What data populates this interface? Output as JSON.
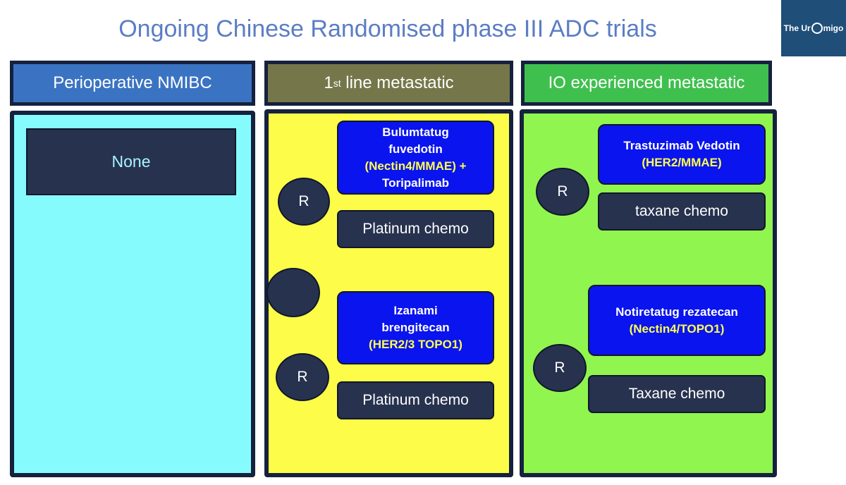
{
  "title": "Ongoing Chinese Randomised phase III ADC trials",
  "logo": {
    "text_left": "The Ur",
    "text_right": "migo"
  },
  "columns": [
    {
      "header": "Perioperative NMIBC",
      "boxes": [
        "None"
      ]
    },
    {
      "header_main": "1",
      "header_sup": "st",
      "header_rest": " line metastatic",
      "trials": [
        {
          "randomisation": "R",
          "drug_lines": [
            "Bulumtatug",
            "fuvedotin"
          ],
          "target_lines": [
            "(Nectin4/MMAE) +"
          ],
          "extra_lines": [
            "Toripalimab"
          ],
          "comparator": "Platinum chemo"
        },
        {
          "randomisation": "R",
          "drug_lines": [
            "Izanami",
            "brengitecan"
          ],
          "target_lines": [
            "(HER2/3 TOPO1)"
          ],
          "extra_lines": [],
          "comparator": "Platinum chemo"
        }
      ]
    },
    {
      "header": "IO experienced metastatic",
      "trials": [
        {
          "randomisation": "R",
          "drug_lines": [
            "Trastuzimab Vedotin"
          ],
          "target_lines": [
            "(HER2/MMAE)"
          ],
          "comparator": "taxane chemo"
        },
        {
          "randomisation": "R",
          "drug_lines": [
            "Notiretatug rezatecan"
          ],
          "target_lines": [
            "(Nectin4/TOPO1)"
          ],
          "comparator": "Taxane chemo"
        }
      ]
    }
  ],
  "colors": {
    "title": "#5b7dc4",
    "col1_header": "#3a73c2",
    "col2_header": "#75774a",
    "col3_header": "#3fc04e",
    "col1_bg": "#86fbfd",
    "col2_bg": "#fdfd49",
    "col3_bg": "#91f54f",
    "trial_box": "#0a14ee",
    "comparator_box": "#27324f",
    "target_text": "#ffff4f"
  }
}
